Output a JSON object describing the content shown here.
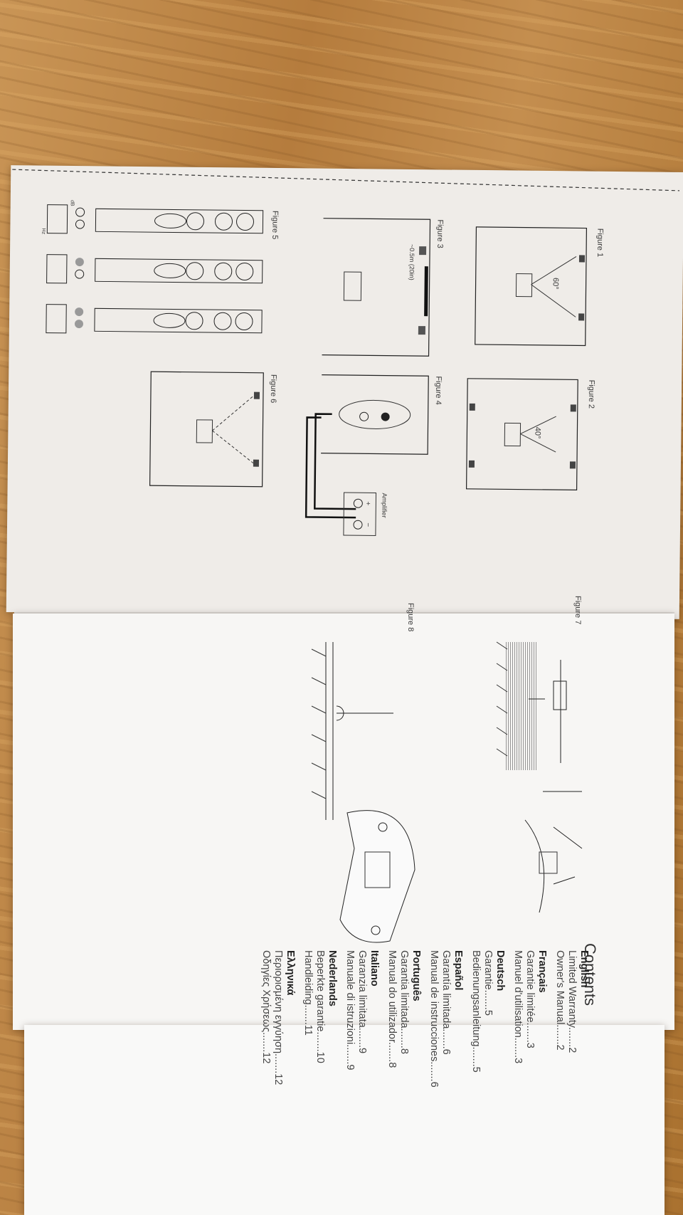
{
  "figures": {
    "fig1": "Figure 1",
    "fig2": "Figure 2",
    "fig3": "Figure 3",
    "fig4": "Figure 4",
    "fig5": "Figure 5",
    "fig6": "Figure 6",
    "fig7": "Figure 7",
    "fig8": "Figure 8",
    "angle1": "60°",
    "angle2": "40°",
    "distance": "~0.5m (20in)",
    "amplifier": "Amplifier",
    "plus": "+",
    "minus": "−",
    "hz": "Hz",
    "db": "dB"
  },
  "contents": {
    "title": "Contents",
    "sections": [
      {
        "lang": "English",
        "items": [
          {
            "label": "Limited Warranty",
            "page": "2"
          },
          {
            "label": "Owner's Manual",
            "page": "2"
          }
        ]
      },
      {
        "lang": "Français",
        "items": [
          {
            "label": "Garantie limitée",
            "page": "3"
          },
          {
            "label": "Manuel d'utilisation",
            "page": "3"
          }
        ]
      },
      {
        "lang": "Deutsch",
        "items": [
          {
            "label": "Garantie",
            "page": "5"
          },
          {
            "label": "Bedienungsanleitung",
            "page": "5"
          }
        ]
      },
      {
        "lang": "Español",
        "items": [
          {
            "label": "Garantía limitada",
            "page": "6"
          },
          {
            "label": "Manual de instrucciones",
            "page": "6"
          }
        ]
      },
      {
        "lang": "Português",
        "items": [
          {
            "label": "Garantia limitada",
            "page": "8"
          },
          {
            "label": "Manual do utilizador",
            "page": "8"
          }
        ]
      },
      {
        "lang": "Italiano",
        "items": [
          {
            "label": "Garanzia limitata",
            "page": "9"
          },
          {
            "label": "Manuale di istruzioni",
            "page": "9"
          }
        ]
      },
      {
        "lang": "Nederlands",
        "items": [
          {
            "label": "Beperkte garantie",
            "page": "10"
          },
          {
            "label": "Handleiding",
            "page": "11"
          }
        ]
      },
      {
        "lang": "Ελληνικά",
        "items": [
          {
            "label": "Περιορισμένη εγγύηση",
            "page": "12"
          },
          {
            "label": "Οδηγίες Χρήσεως",
            "page": "12"
          }
        ]
      }
    ]
  }
}
